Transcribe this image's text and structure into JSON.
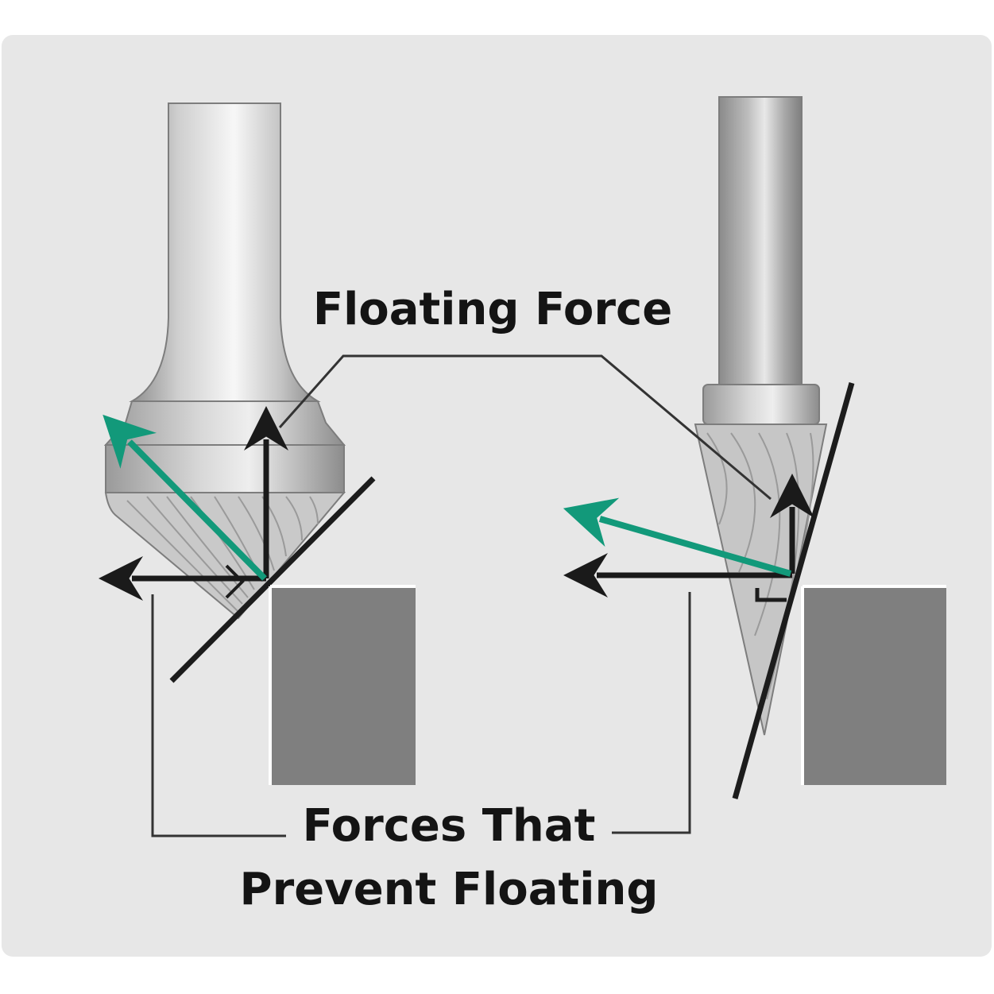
{
  "labels": {
    "top": "Floating Force",
    "bottom_line1": "Forces That",
    "bottom_line2": "Prevent Floating"
  },
  "colors": {
    "panel_background": "#e7e7e7",
    "force_arrow": "#12997a",
    "dark_arrow": "#1a1a1a",
    "workpiece": "#7f7f7f",
    "leader_line": "#333333"
  },
  "tools": [
    {
      "type": "countersink-burr-with-flared-shank"
    },
    {
      "type": "conical-burr-with-straight-shank"
    }
  ]
}
